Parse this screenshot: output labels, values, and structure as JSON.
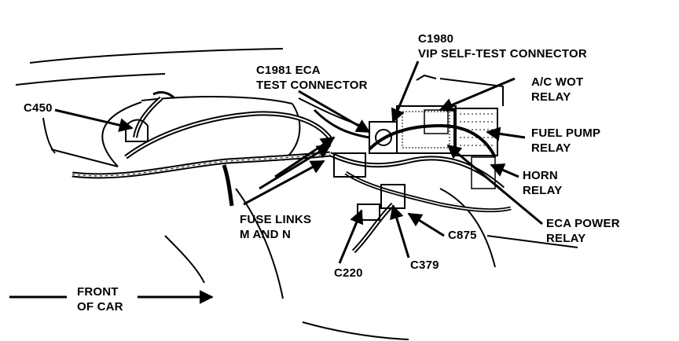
{
  "labels": {
    "c1980": {
      "line1": "C1980",
      "line2": "VIP SELF-TEST CONNECTOR"
    },
    "c1981": {
      "line1": "C1981 ECA",
      "line2": "TEST CONNECTOR"
    },
    "c450": "C450",
    "ac_wot": {
      "line1": "A/C WOT",
      "line2": "RELAY"
    },
    "fuel_pump": {
      "line1": "FUEL PUMP",
      "line2": "RELAY"
    },
    "horn": {
      "line1": "HORN",
      "line2": "RELAY"
    },
    "eca_power": {
      "line1": "ECA POWER",
      "line2": "RELAY"
    },
    "fuse_links": {
      "line1": "FUSE LINKS",
      "line2": "M AND N"
    },
    "c875": "C875",
    "c220": "C220",
    "c379": "C379",
    "front_of_car": {
      "line1": "FRONT",
      "line2": "OF CAR"
    }
  }
}
